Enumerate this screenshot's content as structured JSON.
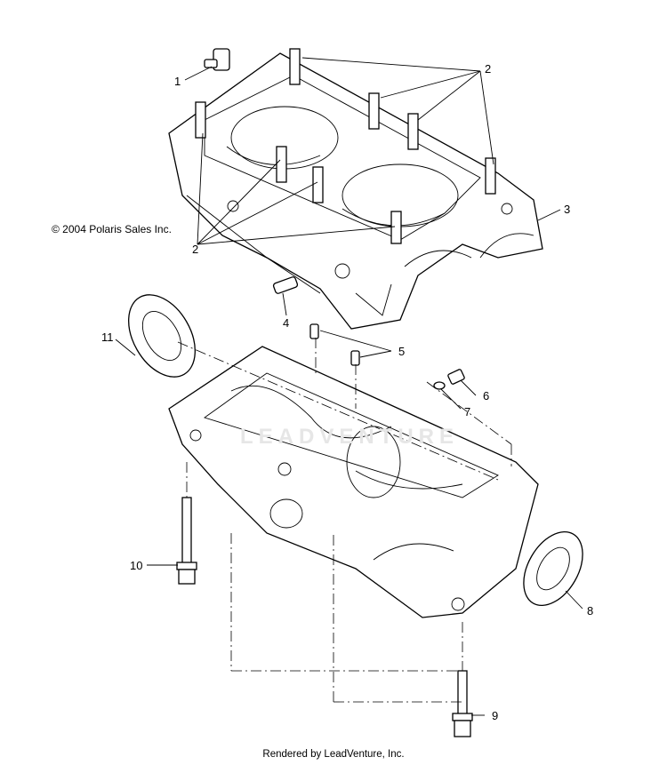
{
  "copyright": "© 2004 Polaris Sales Inc.",
  "footer": "Rendered by LeadVenture, Inc.",
  "watermark": "LEADVENTURE",
  "callouts": {
    "c1": "1",
    "c2a": "2",
    "c2b": "2",
    "c3": "3",
    "c4": "4",
    "c5": "5",
    "c6": "6",
    "c7": "7",
    "c8": "8",
    "c9": "9",
    "c10": "10",
    "c11": "11"
  }
}
